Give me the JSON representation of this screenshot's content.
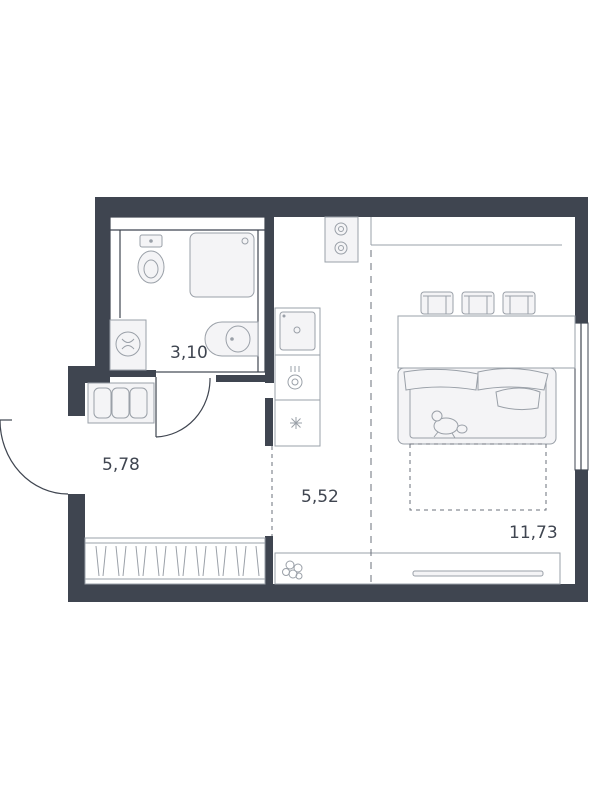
{
  "rooms": [
    {
      "id": "bathroom",
      "area": "3,10"
    },
    {
      "id": "hallway",
      "area": "5,78"
    },
    {
      "id": "kitchen",
      "area": "5,52"
    },
    {
      "id": "living",
      "area": "11,73"
    }
  ],
  "colors": {
    "walls": "#3f4550",
    "furniture_line": "#9aa0a8",
    "furniture_fill": "#f4f4f6",
    "background": "#ffffff"
  }
}
